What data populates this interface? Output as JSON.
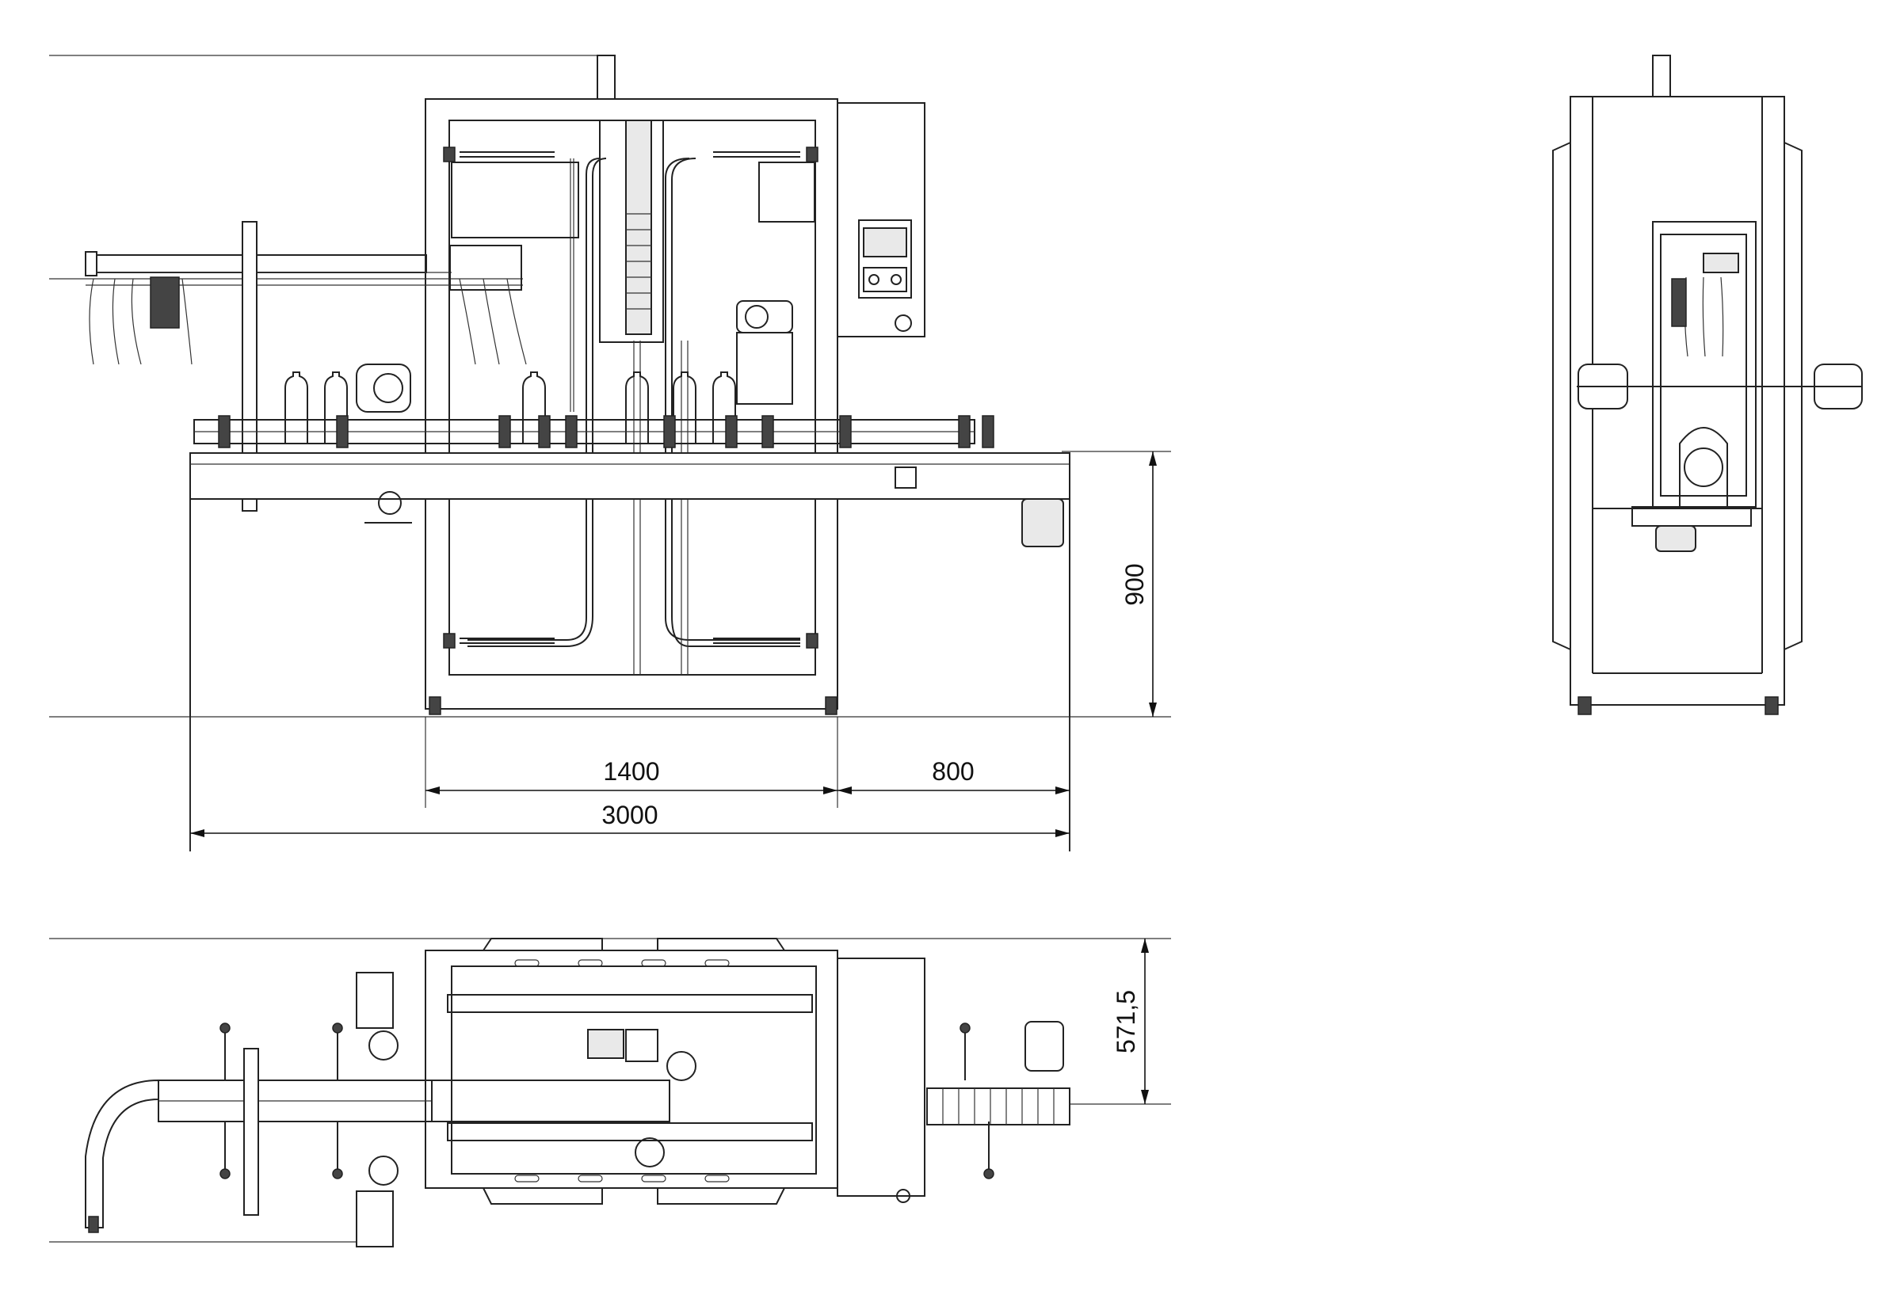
{
  "dimensions": {
    "width_1400": "1400",
    "width_800": "800",
    "width_3000": "3000",
    "height_900": "900",
    "depth_571": "571,5"
  }
}
